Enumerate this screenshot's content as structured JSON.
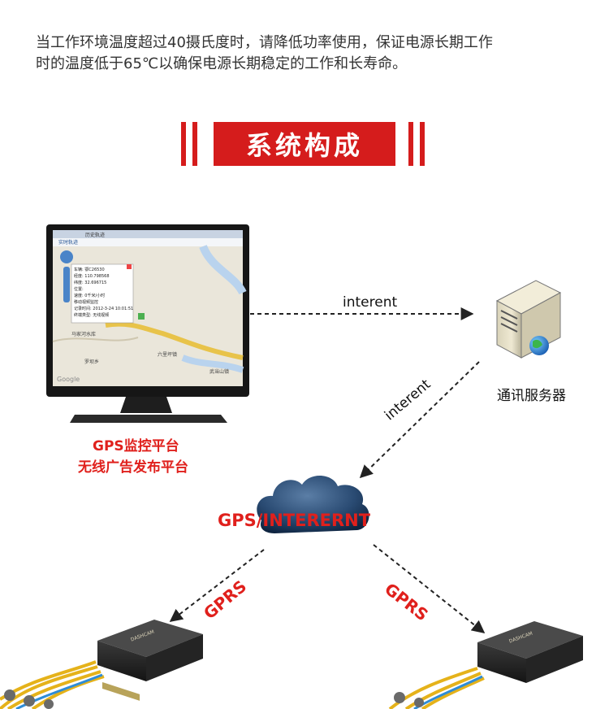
{
  "note": {
    "line1": "当工作环境温度超过40摄氏度时，请降低功率使用，保证电源长期工作",
    "line2": "时的温度低于65℃以确保电源长期稳定的工作和长寿命。"
  },
  "section_title": "系统构成",
  "monitor": {
    "tab1": "实时轨迹",
    "tab2": "历史轨迹",
    "popup_lines": [
      "车辆: 鄂C26530",
      "经度: 110.798568",
      "纬度: 32.696715",
      "位置:",
      "速度: 0千米/小时",
      "移动视频监控",
      "记录时间: 2012-3-24 10:01:51",
      "终端类型: 无线视频"
    ],
    "map_labels": [
      "马家河水库",
      "罗坝乡",
      "六里坪镇",
      "武当山镇"
    ],
    "map_watermark": "Google"
  },
  "platform_label": {
    "line1": "GPS监控平台",
    "line2": "无线广告发布平台"
  },
  "server_label": "通讯服务器",
  "link_top_label": "interent",
  "link_diag_label": "interent",
  "cloud_label": "GPS/INTERERNT",
  "gprs_left": "GPRS",
  "gprs_right": "GPRS",
  "device_brand": "DASHCAM",
  "colors": {
    "accent_red": "#d51c1c",
    "label_red": "#e0201c"
  }
}
